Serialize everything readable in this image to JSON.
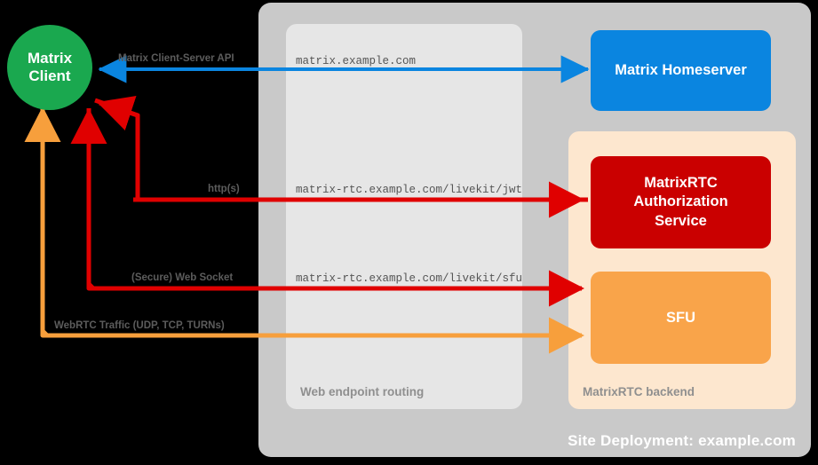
{
  "diagram": {
    "title": "MatrixRTC site deployment architecture",
    "colors": {
      "client_green": "#1aa84f",
      "homeserver_blue": "#0a85e0",
      "auth_red": "#ca0000",
      "sfu_orange": "#f9a44a",
      "site_grey": "#c9c9c9",
      "routing_grey": "#e6e6e6",
      "backend_peach": "#fde7cf",
      "background": "#000000"
    }
  },
  "site": {
    "label": "Site Deployment: example.com"
  },
  "routing": {
    "label": "Web endpoint routing"
  },
  "backend": {
    "label": "MatrixRTC backend"
  },
  "nodes": {
    "client": {
      "line1": "Matrix",
      "line2": "Client"
    },
    "homeserver": {
      "label": "Matrix Homeserver"
    },
    "auth": {
      "line1": "MatrixRTC",
      "line2": "Authorization",
      "line3": "Service"
    },
    "sfu": {
      "label": "SFU"
    }
  },
  "edges": [
    {
      "id": "matrix-cs-api",
      "protocol": "Matrix Client-Server API",
      "endpoint": "matrix.example.com",
      "color": "#0a85e0",
      "from": "Matrix Homeserver",
      "to": "Matrix Client",
      "direction": "bidirectional"
    },
    {
      "id": "jwt-https",
      "protocol": "http(s)",
      "endpoint": "matrix-rtc.example.com/livekit/jwt",
      "color": "#e00000",
      "from": "Matrix Client",
      "to": "MatrixRTC Authorization Service",
      "direction": "bidirectional"
    },
    {
      "id": "sfu-websocket",
      "protocol": "(Secure) Web Socket",
      "endpoint": "matrix-rtc.example.com/livekit/sfu",
      "color": "#e00000",
      "from": "Matrix Client",
      "to": "SFU",
      "direction": "bidirectional"
    },
    {
      "id": "webrtc-traffic",
      "protocol": "WebRTC Traffic (UDP, TCP, TURNs)",
      "endpoint": "",
      "color": "#f79f3c",
      "from": "Matrix Client",
      "to": "SFU",
      "direction": "bidirectional"
    }
  ]
}
